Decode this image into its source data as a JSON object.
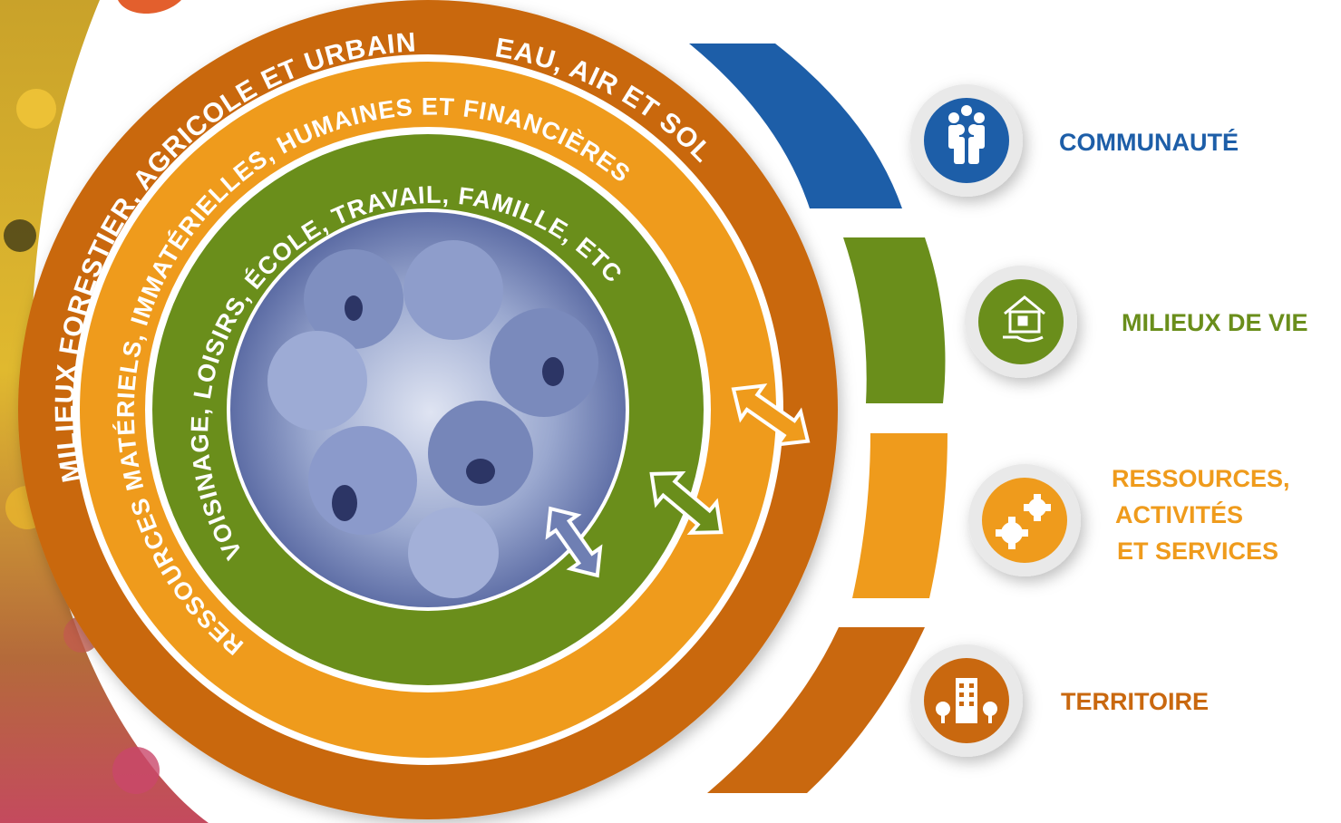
{
  "colors": {
    "blue": "#1d5ea8",
    "green": "#6a8e1b",
    "light_orange": "#ef9b1c",
    "dark_orange": "#c9680f",
    "white": "#ffffff"
  },
  "rings": {
    "outer_text_left": "MILIEUX FORESTIER, AGRICOLE ET URBAIN",
    "outer_text_right": "EAU, AIR ET SOL",
    "middle_text": "RESSOURCES MATÉRIELS, IMMATÉRIELLES, HUMAINES ET FINANCIÈRES",
    "inner_text": "VOISINAGE, LOISIRS, ÉCOLE, TRAVAIL, FAMILLE, ETC"
  },
  "legend": [
    {
      "label": "COMMUNAUTÉ",
      "color": "#1d5ea8",
      "icon": "people-group-icon"
    },
    {
      "label": "MILIEUX DE VIE",
      "color": "#6a8e1b",
      "icon": "house-in-hand-icon"
    },
    {
      "label": "RESSOURCES,",
      "label2": "ACTIVITÉS",
      "label3": "ET SERVICES",
      "color": "#ef9b1c",
      "icon": "gears-icon"
    },
    {
      "label": "TERRITOIRE",
      "color": "#c9680f",
      "icon": "city-building-icon"
    }
  ]
}
